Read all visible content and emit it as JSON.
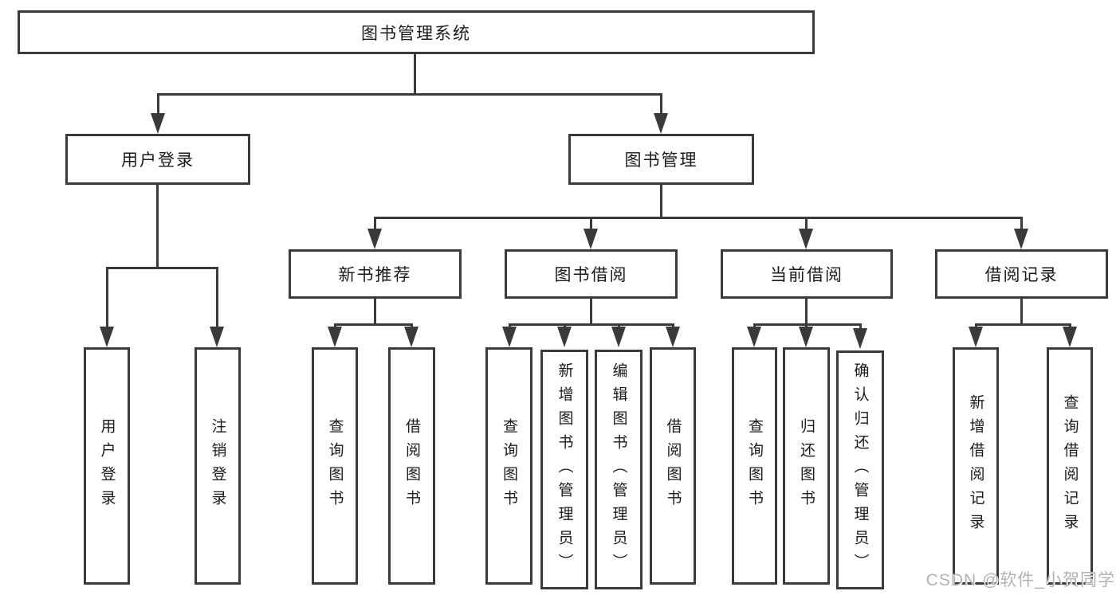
{
  "diagram": {
    "root": {
      "label": "图书管理系统"
    },
    "branches": [
      {
        "label": "用户登录",
        "children": [
          {
            "label": "用户登录"
          },
          {
            "label": "注销登录"
          }
        ]
      },
      {
        "label": "图书管理",
        "children": [
          {
            "label": "新书推荐",
            "children": [
              {
                "label": "查询图书"
              },
              {
                "label": "借阅图书"
              }
            ]
          },
          {
            "label": "图书借阅",
            "children": [
              {
                "label": "查询图书"
              },
              {
                "label": "新增图书（管理员）"
              },
              {
                "label": "编辑图书（管理员）"
              },
              {
                "label": "借阅图书"
              }
            ]
          },
          {
            "label": "当前借阅",
            "children": [
              {
                "label": "查询图书"
              },
              {
                "label": "归还图书"
              },
              {
                "label": "确认归还（管理员）"
              }
            ]
          },
          {
            "label": "借阅记录",
            "children": [
              {
                "label": "新增借阅记录"
              },
              {
                "label": "查询借阅记录"
              }
            ]
          }
        ]
      }
    ]
  },
  "watermark": {
    "text": "CSDN @软件_小贺同学"
  },
  "colors": {
    "line": "#3a3a3a",
    "text": "#1a1a1a",
    "watermark": "#b2b2b2",
    "background": "#ffffff"
  }
}
